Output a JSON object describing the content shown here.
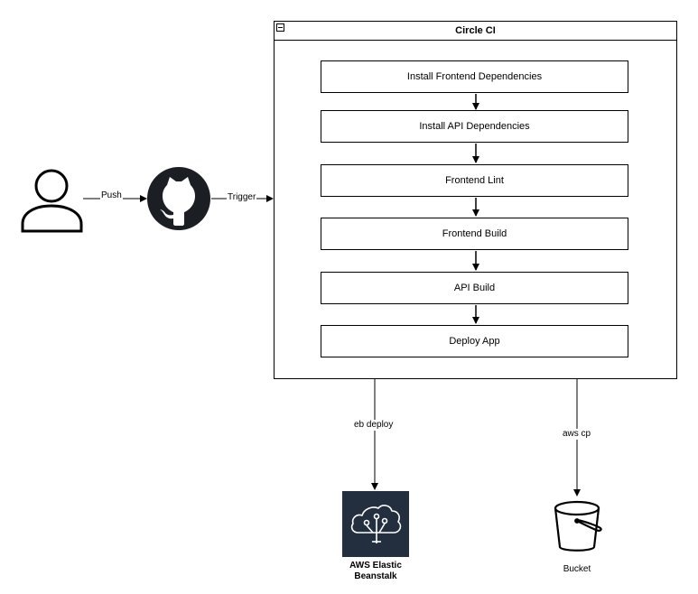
{
  "container": {
    "title": "Circle CI"
  },
  "steps": [
    "Install Frontend Dependencies",
    "Install API Dependencies",
    "Frontend Lint",
    "Frontend Build",
    "API Build",
    "Deploy App"
  ],
  "edges": {
    "push": "Push",
    "trigger": "Trigger",
    "eb_deploy": "eb deploy",
    "aws_cp": "aws cp"
  },
  "targets": {
    "beanstalk": "AWS Elastic Beanstalk",
    "bucket": "Bucket"
  },
  "icons": {
    "user": "user-icon",
    "github": "github-icon",
    "beanstalk": "elastic-beanstalk-icon",
    "bucket": "bucket-icon"
  },
  "colors": {
    "line": "#000000",
    "beanstalk_bg": "#232f3e",
    "github": "#1b1f24"
  }
}
